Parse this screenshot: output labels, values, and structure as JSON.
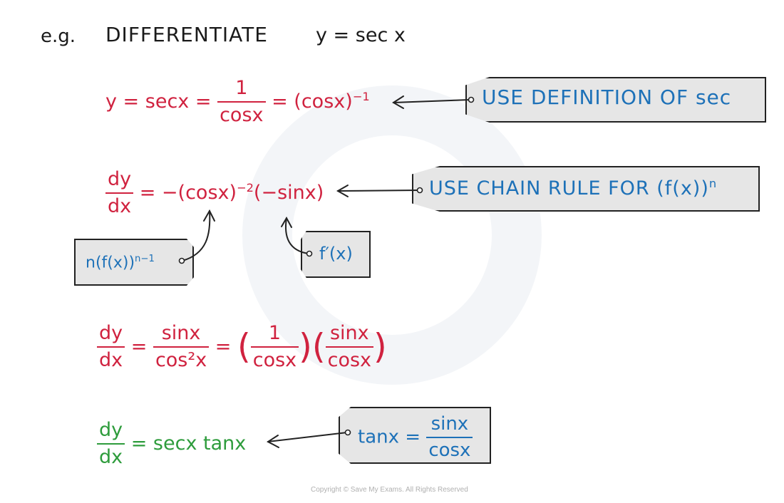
{
  "header": {
    "prefix": "e.g.",
    "title": "DIFFERENTIATE",
    "function": "y = sec x"
  },
  "steps": [
    {
      "lhs": "y = secx =",
      "frac_num": "1",
      "frac_den": "cosx",
      "rest": "= (cosx)",
      "exp": "−1"
    },
    {
      "lhs_num": "dy",
      "lhs_den": "dx",
      "rhs_a": "= −(cosx)",
      "exp": "−2",
      "rhs_b": "(−sinx)"
    },
    {
      "lhs_num": "dy",
      "lhs_den": "dx",
      "eq1": "=",
      "f1_num": "sinx",
      "f1_den": "cos²x",
      "eq2": "=",
      "f2_num": "1",
      "f2_den": "cosx",
      "f3_num": "sinx",
      "f3_den": "cosx"
    },
    {
      "lhs_num": "dy",
      "lhs_den": "dx",
      "rhs": "= secx tanx"
    }
  ],
  "notes": {
    "definition": "USE DEFINITION OF sec",
    "chain_rule": "USE CHAIN RULE FOR (f(x))",
    "chain_rule_exp": "n",
    "outer": "n(f(x))",
    "outer_exp": "n−1",
    "inner": "f′(x)",
    "tan_lhs": "tanx =",
    "tan_num": "sinx",
    "tan_den": "cosx"
  },
  "footer": {
    "copyright": "Copyright © Save My Exams. All Rights Reserved"
  },
  "colors": {
    "step": "#d0223f",
    "note": "#1d71b8",
    "result": "#2e9c3c",
    "tag_fill": "#e6e6e6"
  }
}
